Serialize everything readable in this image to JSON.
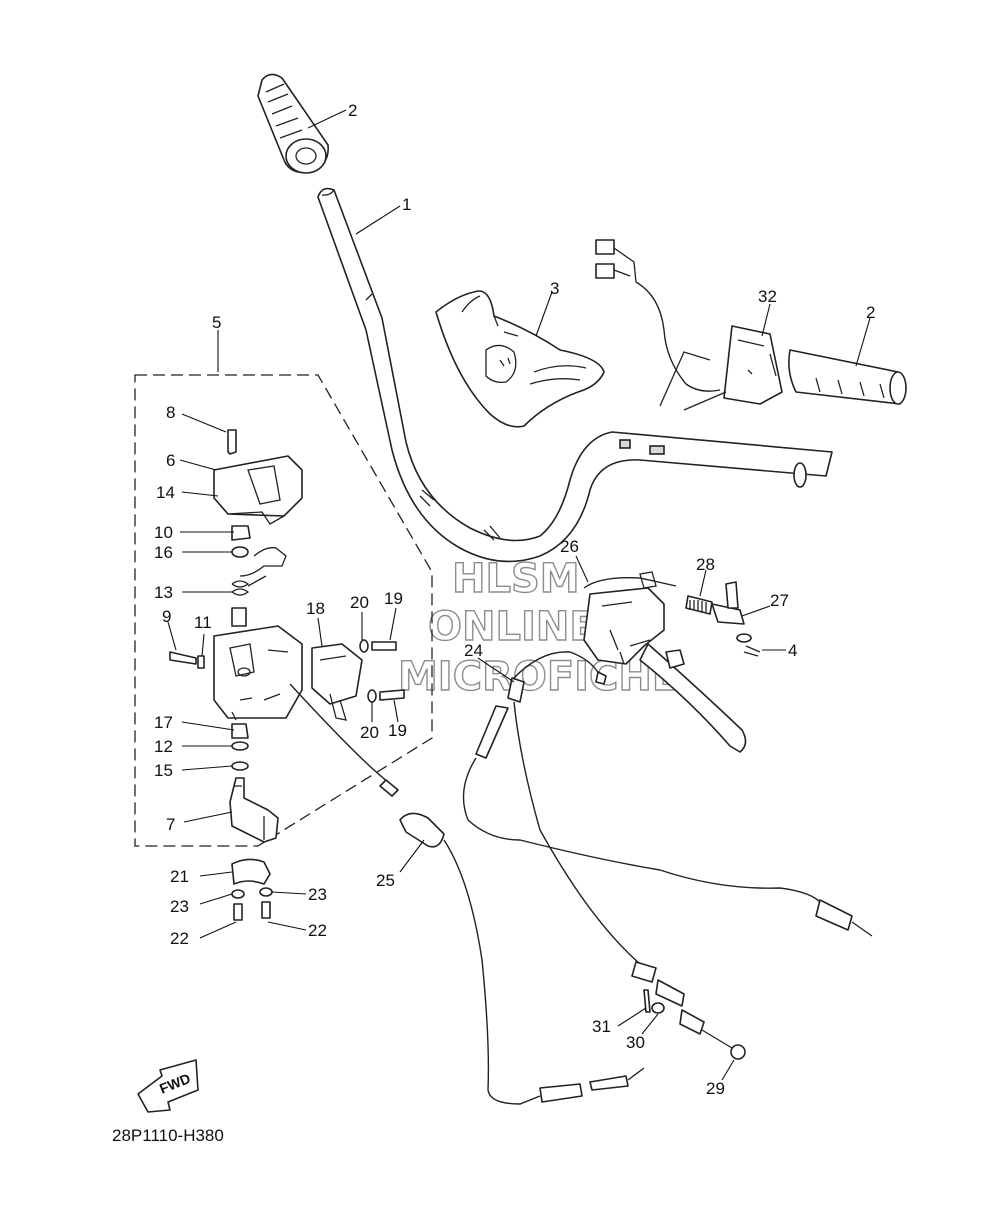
{
  "diagram": {
    "code": "28P1110-H380",
    "fwd_label": "FWD",
    "watermark": [
      "HLSM",
      "ONLINE",
      "MICROFICHE"
    ],
    "callouts": [
      "2",
      "1",
      "3",
      "32",
      "2",
      "5",
      "8",
      "6",
      "14",
      "10",
      "16",
      "13",
      "9",
      "11",
      "18",
      "20",
      "19",
      "20",
      "19",
      "17",
      "12",
      "15",
      "7",
      "26",
      "28",
      "27",
      "4",
      "24",
      "21",
      "23",
      "23",
      "22",
      "22",
      "25",
      "31",
      "30",
      "29"
    ]
  }
}
